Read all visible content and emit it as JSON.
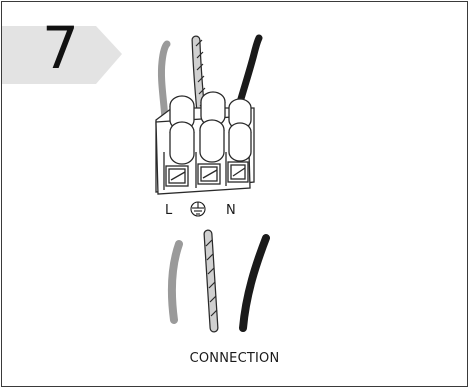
{
  "step": {
    "number": "7"
  },
  "terminal_labels": {
    "live": "L",
    "neutral": "N",
    "earth_icon": "earth-ground-symbol"
  },
  "caption": "CONNECTION",
  "colors": {
    "tab_fill": "#e3e3e3",
    "live_wire": "#9a9a9a",
    "earth_wire": "#c8c8c8",
    "neutral_wire": "#1a1a1a",
    "outline": "#2a2a2a"
  }
}
